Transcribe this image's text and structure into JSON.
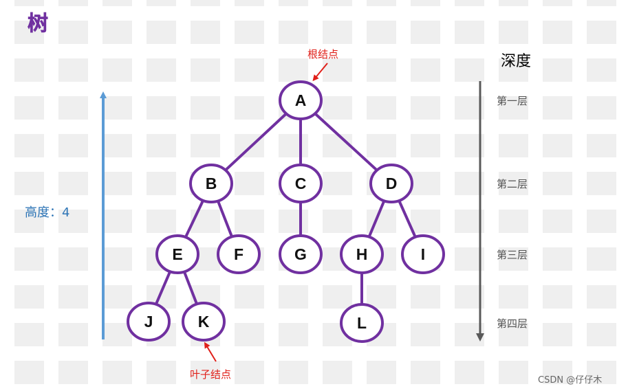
{
  "title": "树",
  "depth_title": "深度",
  "height_label": "高度：4",
  "root_annotation": "根结点",
  "leaf_annotation": "叶子结点",
  "watermark": "CSDN @仔仔木",
  "levels": [
    "第一层",
    "第二层",
    "第三层",
    "第四层"
  ],
  "nodes": [
    {
      "id": "A",
      "label": "A"
    },
    {
      "id": "B",
      "label": "B"
    },
    {
      "id": "C",
      "label": "C"
    },
    {
      "id": "D",
      "label": "D"
    },
    {
      "id": "E",
      "label": "E"
    },
    {
      "id": "F",
      "label": "F"
    },
    {
      "id": "G",
      "label": "G"
    },
    {
      "id": "H",
      "label": "H"
    },
    {
      "id": "I",
      "label": "I"
    },
    {
      "id": "J",
      "label": "J"
    },
    {
      "id": "K",
      "label": "K"
    },
    {
      "id": "L",
      "label": "L"
    }
  ],
  "edges": [
    [
      "A",
      "B"
    ],
    [
      "A",
      "C"
    ],
    [
      "A",
      "D"
    ],
    [
      "B",
      "E"
    ],
    [
      "B",
      "F"
    ],
    [
      "C",
      "G"
    ],
    [
      "D",
      "H"
    ],
    [
      "D",
      "I"
    ],
    [
      "E",
      "J"
    ],
    [
      "E",
      "K"
    ],
    [
      "H",
      "L"
    ]
  ],
  "colors": {
    "tree": "#7030a0",
    "annotation": "#e0201a",
    "height_arrow": "#5b9bd5",
    "depth_arrow": "#595959"
  }
}
